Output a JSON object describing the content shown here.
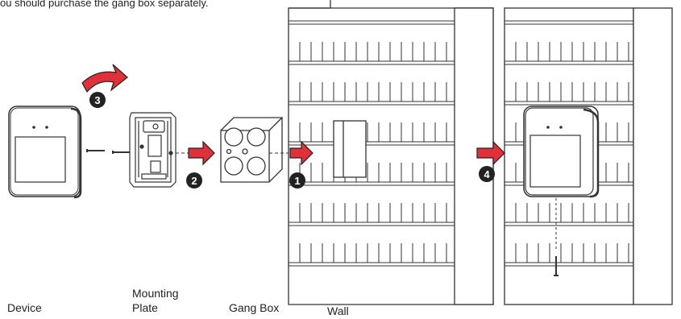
{
  "note": "ou should purchase the gang box separately.",
  "labels": {
    "device": "Device",
    "mounting_plate_line1": "Mounting",
    "mounting_plate_line2": "Plate",
    "gang_box": "Gang Box",
    "wall": "Wall"
  },
  "steps": [
    "1",
    "2",
    "3",
    "4"
  ],
  "colors": {
    "arrow": "#e0303a",
    "badge": "#222222",
    "line": "#333333"
  },
  "icons": [
    "curved-arrow-icon",
    "right-arrow-icon",
    "screw-icon"
  ]
}
